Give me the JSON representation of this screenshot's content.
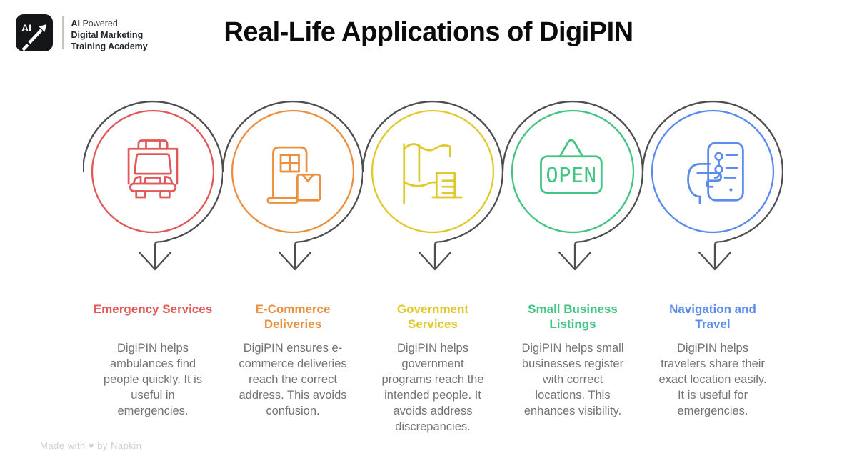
{
  "header": {
    "title": "Real-Life Applications of DigiPIN",
    "logo": {
      "badge_text": "AI",
      "line1_bold": "AI",
      "line1_rest": " Powered",
      "line2": "Digital Marketing",
      "line3": "Training Academy"
    }
  },
  "colors": {
    "ring": "#4e4e4e",
    "body_text": "#737373",
    "title": "#0b0b0b"
  },
  "items": [
    {
      "heading": "Emergency Services",
      "body": "DigiPIN helps\nambulances find\npeople quickly. It is\nuseful in\nemergencies.",
      "accent": "#e25858",
      "icon": "ambulance-icon"
    },
    {
      "heading": "E-Commerce\nDeliveries",
      "body": "DigiPIN ensures e-\ncommerce deliveries\nreach the correct\naddress. This avoids\nconfusion.",
      "accent": "#ec9040",
      "icon": "door-delivery-icon"
    },
    {
      "heading": "Government\nServices",
      "body": "DigiPIN helps\ngovernment\nprograms reach the\nintended people. It\navoids address\ndiscrepancies.",
      "accent": "#e0c92d",
      "icon": "map-building-icon"
    },
    {
      "heading": "Small Business\nListings",
      "body": "DigiPIN helps small\nbusinesses register\nwith correct\nlocations. This\nenhances visibility.",
      "accent": "#42c483",
      "icon": "open-sign-icon",
      "icon_text": "OPEN"
    },
    {
      "heading": "Navigation and\nTravel",
      "body": "DigiPIN helps\ntravelers share their\nexact location easily.\nIt is useful for\nemergencies.",
      "accent": "#5b8bec",
      "icon": "hand-phone-icon"
    }
  ],
  "watermark": "Made with ♥ by Napkin"
}
